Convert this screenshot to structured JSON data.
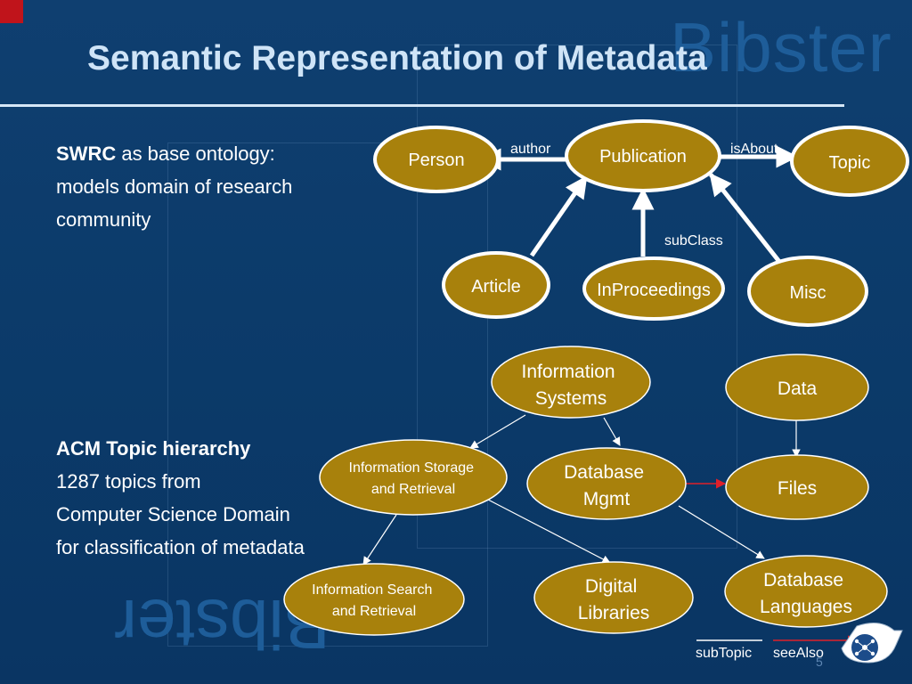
{
  "title": "Semantic Representation of Metadata",
  "watermark": "Bibster",
  "left_text": {
    "swrc_bold": "SWRC",
    "swrc_rest": " as base ontology:",
    "swrc_line2": "models domain of research",
    "swrc_line3": "community",
    "acm_heading": "ACM Topic hierarchy",
    "acm_line2": "1287 topics from",
    "acm_line3": "Computer Science Domain",
    "acm_line4": "for classification of metadata"
  },
  "ontology": {
    "nodes": {
      "person": "Person",
      "publication": "Publication",
      "topic": "Topic",
      "article": "Article",
      "inproceedings": "InProceedings",
      "misc": "Misc"
    },
    "edges": {
      "author": "author",
      "is_about": "isAbout",
      "subclass": "subClass"
    }
  },
  "topics": {
    "information_systems": [
      "Information",
      "Systems"
    ],
    "data": "Data",
    "info_storage": [
      "Information Storage",
      "and Retrieval"
    ],
    "database_mgmt": [
      "Database",
      "Mgmt"
    ],
    "files": "Files",
    "info_search": [
      "Information Search",
      "and Retrieval"
    ],
    "digital_libraries": [
      "Digital",
      "Libraries"
    ],
    "database_languages": [
      "Database",
      "Languages"
    ]
  },
  "legend": {
    "subtopic": "subTopic",
    "see_also": "seeAlso"
  },
  "page_number": "5",
  "colors": {
    "background": "#0b3a69",
    "node_fill": "#a8810c",
    "title": "#cfe4f7",
    "see_also_arrow": "#e0202a",
    "watermark": "#1e5d99"
  }
}
